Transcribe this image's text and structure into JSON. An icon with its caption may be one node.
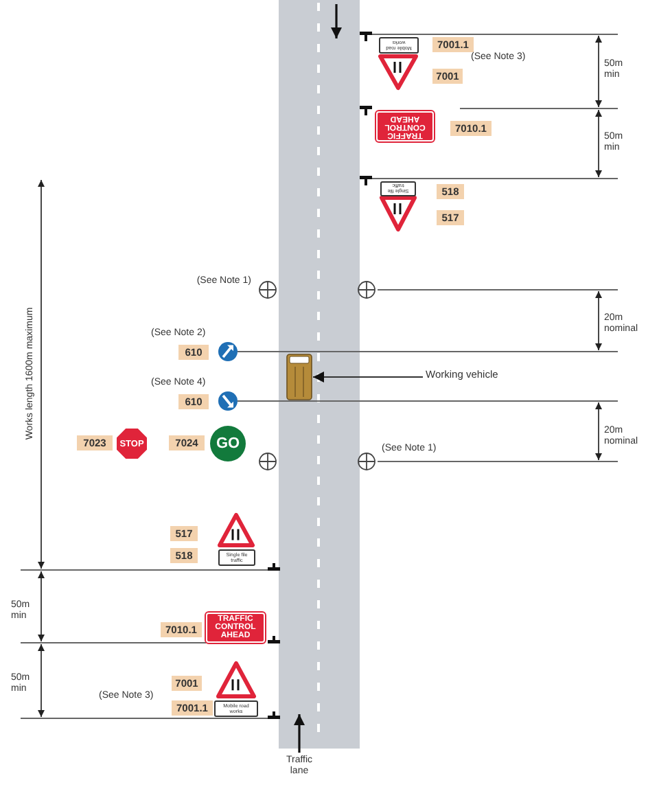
{
  "diagram": {
    "nodes": [
      {
        "text": [
          "Working vehicle"
        ]
      },
      {
        "text": [],
        "shape": "picture"
      }
    ],
    "edges": [
      {
        "from": 0,
        "to": 1,
        "arrow": "to"
      }
    ],
    "labels": [
      "Mobile road works",
      "7001.1",
      "(See Note 3)",
      "7001",
      "50m min",
      "TRAFFIC CONTROL AHEAD",
      "7010.1",
      "50m min",
      "Single file traffic",
      "518",
      "517",
      "Works length 1600m maximum",
      "(See Note 1)",
      "20m nominal",
      "(See Note 2)",
      "610",
      "(See Note 4)",
      "610",
      "7023",
      "STOP",
      "7024",
      "GO",
      "20m nominal",
      "(See Note 1)",
      "517",
      "518",
      "Single file traffic",
      "50m min",
      "TRAFFIC CONTROL AHEAD",
      "7010.1",
      "50m min",
      "7001",
      "(See Note 3)",
      "7001.1",
      "Mobile road works",
      "Traffic lane"
    ]
  }
}
